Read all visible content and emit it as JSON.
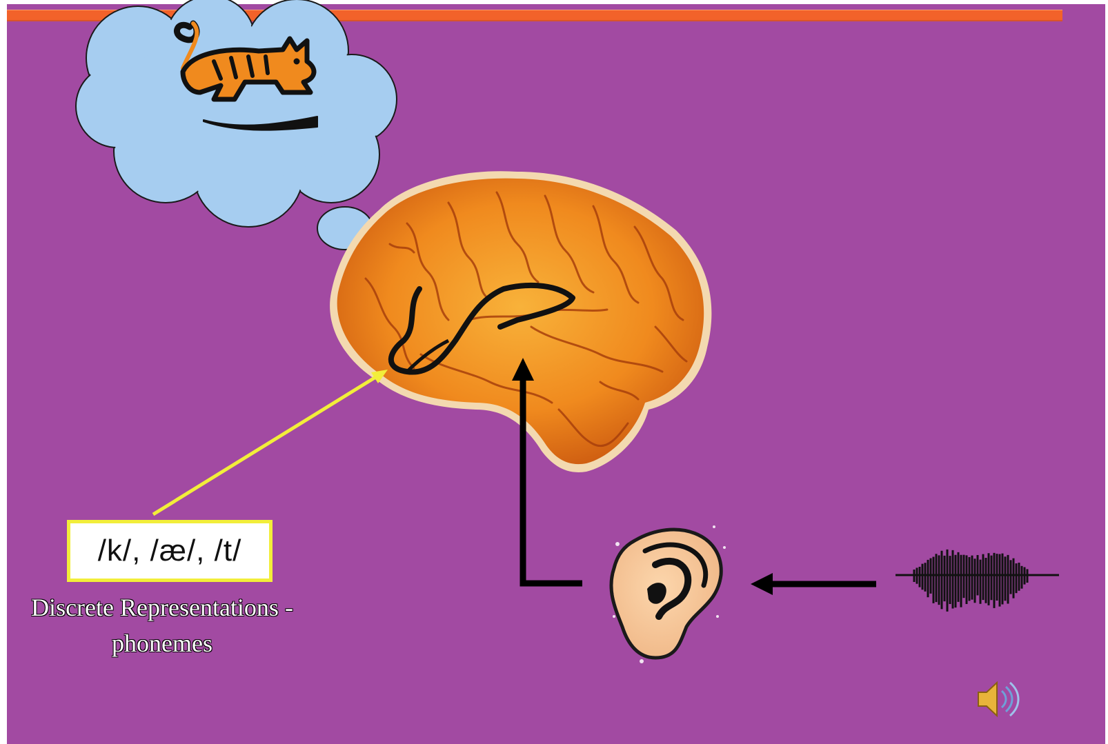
{
  "phoneme_box": {
    "text": "/k/, /æ/, /t/"
  },
  "caption": {
    "line1": "Discrete Representations -",
    "line2": "phonemes"
  },
  "icons": [
    "thought-bubble",
    "cat-icon",
    "brain-icon",
    "ear-icon",
    "waveform-icon",
    "speaker-icon"
  ],
  "colors": {
    "background": "#a24aa2",
    "top_bar": "#f2622a",
    "thought_bubble": "#a6cdf0",
    "pointer_arrow": "#f2ee3a",
    "flow_arrows": "#000000",
    "brain": "#f08a1e"
  }
}
